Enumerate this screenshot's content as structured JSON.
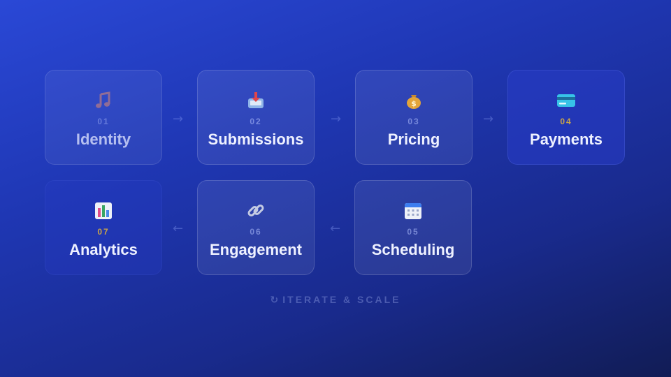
{
  "steps": [
    {
      "number": "01",
      "title": "Identity",
      "icon": "music-note-icon"
    },
    {
      "number": "02",
      "title": "Submissions",
      "icon": "inbox-tray-icon"
    },
    {
      "number": "03",
      "title": "Pricing",
      "icon": "money-bag-icon"
    },
    {
      "number": "04",
      "title": "Payments",
      "icon": "credit-card-icon"
    },
    {
      "number": "05",
      "title": "Scheduling",
      "icon": "calendar-icon"
    },
    {
      "number": "06",
      "title": "Engagement",
      "icon": "link-icon"
    },
    {
      "number": "07",
      "title": "Analytics",
      "icon": "bar-chart-icon"
    }
  ],
  "arrows": {
    "right": "→",
    "left": "←"
  },
  "footer": {
    "icon": "↻",
    "label": "ITERATE & SCALE"
  },
  "colors": {
    "accent_gold": "#c9a44a",
    "background": "#1f37b4"
  }
}
